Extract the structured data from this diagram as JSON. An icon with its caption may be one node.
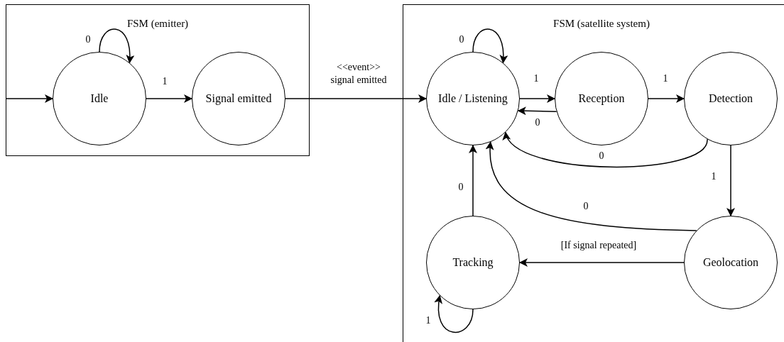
{
  "diagram": {
    "nodes": [
      {
        "text": [
          "FSM (emitter)"
        ]
      },
      {
        "text": [
          "Idle"
        ],
        "in": 0
      },
      {
        "text": [
          "Signal emitted"
        ],
        "in": 0
      },
      {
        "text": [
          "FSM (satellite system)"
        ]
      },
      {
        "text": [
          "Idle / Listening"
        ],
        "in": 3
      },
      {
        "text": [
          "Reception"
        ],
        "in": 3
      },
      {
        "text": [
          "Detection"
        ],
        "in": 3
      },
      {
        "text": [
          "Tracking"
        ],
        "in": 3
      },
      {
        "text": [
          "Geolocation"
        ],
        "in": 3
      }
    ],
    "edges": [
      {
        "from": null,
        "to": 1,
        "arrow": "to"
      },
      {
        "from": 1,
        "to": 1,
        "arrow": "to",
        "label": "0"
      },
      {
        "from": 1,
        "to": 2,
        "arrow": "to",
        "label": "1"
      },
      {
        "from": 2,
        "to": 4,
        "arrow": "to",
        "label": "<<event>> signal emitted"
      },
      {
        "from": 4,
        "to": 4,
        "arrow": "to",
        "label": "0"
      },
      {
        "from": 4,
        "to": 5,
        "arrow": "to",
        "label": "1"
      },
      {
        "from": 5,
        "to": 6,
        "arrow": "to",
        "label": "1"
      },
      {
        "from": 5,
        "to": 4,
        "arrow": "to",
        "label": "0"
      },
      {
        "from": 6,
        "to": 4,
        "arrow": "to",
        "label": "0"
      },
      {
        "from": 6,
        "to": 8,
        "arrow": "to",
        "label": "1"
      },
      {
        "from": 8,
        "to": 4,
        "arrow": "to",
        "label": "0"
      },
      {
        "from": 8,
        "to": 7,
        "arrow": "to",
        "label": "[If signal repeated]"
      },
      {
        "from": 7,
        "to": 4,
        "arrow": "to",
        "label": "0"
      },
      {
        "from": 7,
        "to": 7,
        "arrow": "to",
        "label": "1"
      }
    ]
  }
}
